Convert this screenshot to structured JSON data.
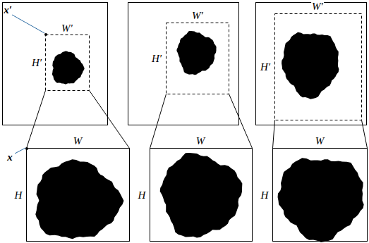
{
  "diagram": {
    "labels": [
      "x′",
      "W′",
      "H′",
      "W′",
      "H′",
      "W′",
      "H′",
      "W",
      "H",
      "x",
      "W",
      "H",
      "W",
      "H"
    ]
  }
}
